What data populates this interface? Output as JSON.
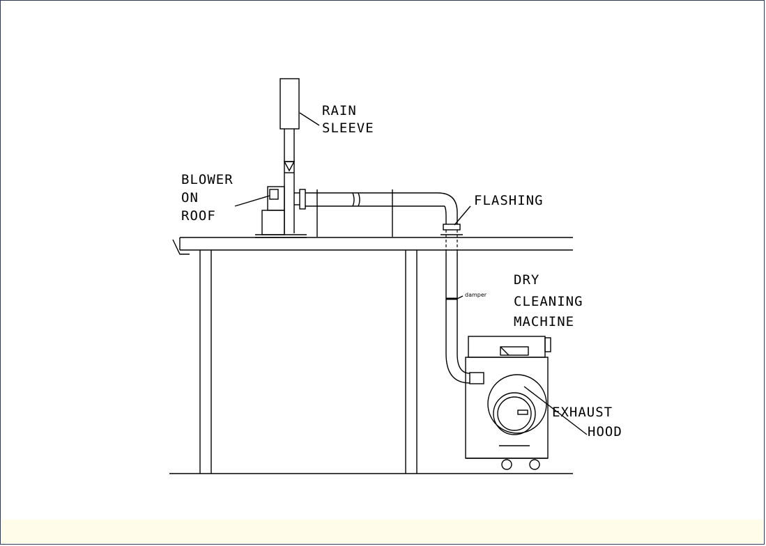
{
  "labels": {
    "rain": "RAIN",
    "sleeve": "SLEEVE",
    "blower": "BLOWER",
    "on": "ON",
    "roof": "ROOF",
    "flashing": "FLASHING",
    "damper": "damper",
    "dry": "DRY",
    "cleaning": "CLEANING",
    "machine": "MACHINE",
    "exhaust": "EXHAUST",
    "hood": "HOOD"
  }
}
